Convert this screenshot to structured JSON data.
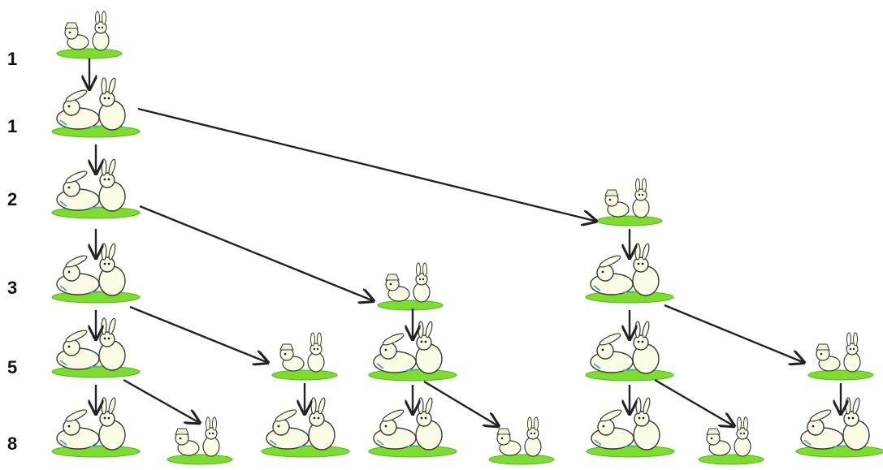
{
  "rows": [
    {
      "count": "1"
    },
    {
      "count": "1"
    },
    {
      "count": "2"
    },
    {
      "count": "3"
    },
    {
      "count": "5"
    },
    {
      "count": "8"
    }
  ],
  "colors": {
    "grass": "#7ddc2e",
    "grass_dark": "#4fb81a",
    "outline": "#3a3a3a",
    "body_fill": "#fbfbe6",
    "accent": "#5aa7c8",
    "arrow": "#222222"
  }
}
